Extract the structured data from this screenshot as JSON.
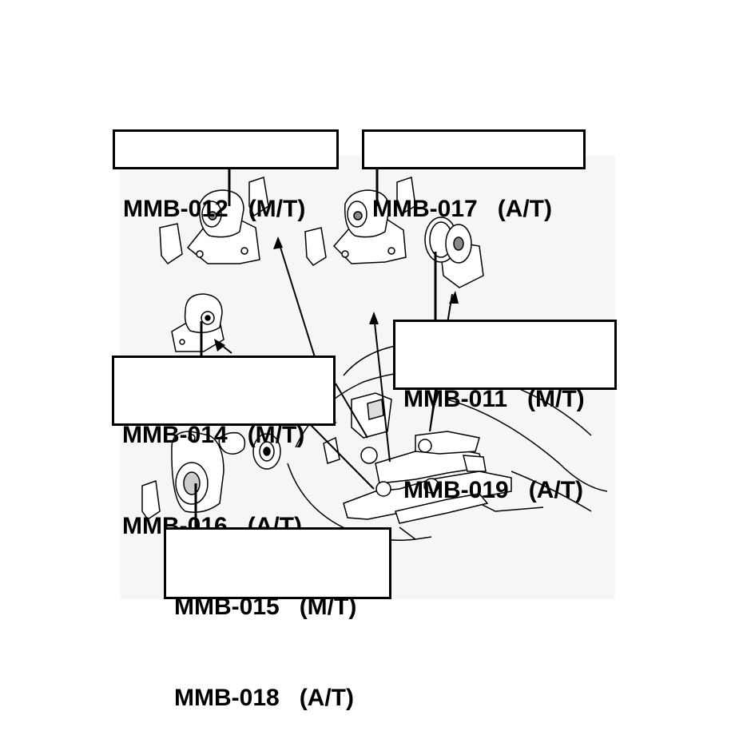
{
  "callouts": {
    "mmb_012": [
      "MMB-012   (M/T)"
    ],
    "mmb_017": [
      "MMB-017   (A/T)"
    ],
    "mmb_011_019": [
      "MMB-011   (M/T)",
      "MMB-019   (A/T)"
    ],
    "mmb_014_016": [
      "MMB-014   (M/T)",
      "MMB-016   (A/T)"
    ],
    "mmb_015_018": [
      "MMB-015   (M/T)",
      "MMB-018   (A/T)"
    ]
  },
  "colors": {
    "ink": "#000000",
    "background": "#ffffff",
    "shade": "#f2f2f2"
  }
}
